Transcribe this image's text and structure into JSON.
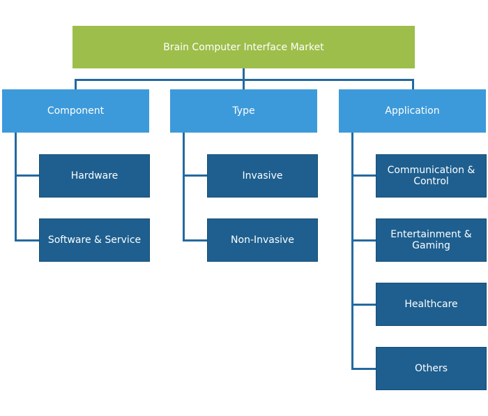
{
  "colors": {
    "root_fill": "#9dbe4a",
    "category_fill": "#3d9ada",
    "leaf_fill": "#1e5f8f",
    "connector": "#2369a0"
  },
  "root": {
    "label": "Brain Computer Interface Market"
  },
  "categories": [
    {
      "label": "Component",
      "children": [
        "Hardware",
        "Software & Service"
      ]
    },
    {
      "label": "Type",
      "children": [
        "Invasive",
        "Non-Invasive"
      ]
    },
    {
      "label": "Application",
      "children": [
        "Communication & Control",
        "Entertainment & Gaming",
        "Healthcare",
        "Others"
      ]
    }
  ]
}
